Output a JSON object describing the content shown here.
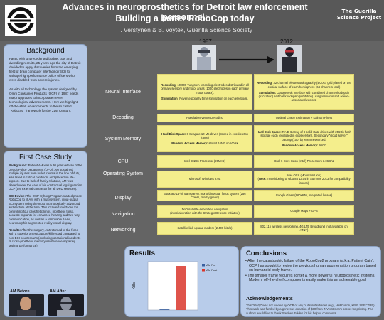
{
  "header": {
    "title_line_1": "Advances in neuroprosthetics for Detroit law enforcement personnel:",
    "title_line_2": "Building a better RoboCop today",
    "authors": "T. Verstynen & B. Voytek, Guerilla Science Society",
    "right_logo_line_1": "The Guerilla",
    "right_logo_line_2": "Science Project"
  },
  "background": {
    "heading": "Background",
    "paragraphs": [
      "Faced with unprecedented budget cuts and dwindling recruits, 25 years ago the city of Detroit decided to apply discoveries from the emerging field of brain computer interfacing (BCI) to salvage high performance police officers who were disabled from severe injuries.",
      "As with all technology, the system designed by Omni Consumer Products (OCP) in 1987 needs major upgrades to incorporate newer technological advancements.  Here we highlight off-the-shelf advancements to the so called \"Robocop\" framework for the 21st Century."
    ]
  },
  "first_case": {
    "heading": "First Case Study",
    "p1_lead": "Background:",
    "p1": " Patient AM was a 30 year veteran of the Detroit Police Department (DPD).  AM sustained multiple injuries from bullet trauma in the line of duty, was listed in critical condition, and placed on life-support. Due to lack of family relations, AM was placed under the care of his contractual legal guardian OCP (the external contractor for all DPD services).",
    "p2_lead": "BCI Device:",
    "p2": " The OCP Cyborg Program started project RoboCop to fit AM with a multi-system, input-output BCI system using the most technologically advanced architecture at the time. This included interfaces for controlling four prosthetic limbs, prosthetic torso, acoustic implants for enhanced hearing and two-way communication, as well as a removable 16-bit, neuromorphic augmented reality visual display.",
    "p3_lead": "Results:",
    "p3": " After the surgery, AM returned to the force with a superior arrest/capture/kill record compared to non-BCI counterparts (excluding occasional incidents of cross-prosthetic memory interference impairing optimal performance).",
    "photo_before_label": "AM Before",
    "photo_after_label": "AM After"
  },
  "comparison": {
    "year_old": "1987",
    "year_new": "2012",
    "rows": [
      {
        "label": "Neural Interface",
        "old_lead": "Recording:",
        "old_text": " 10,000 Tungsten recording electrodes distributed in all primary sensory and motor areas (1000 electrodes in each primary motor cortex).",
        "old_lead2": "Stimulation:",
        "old_text2": " Reverse polarity 5mV stimulation on each electrode.",
        "new_lead": "Recording:",
        "new_text": " 32 channel electrocorticography (ECoG) grid placed on the cortical surface of each hemisphere (64 channels total)",
        "new_lead2": "Stimulation:",
        "new_text2": " Optogenetic interface with combined channelrhodopsin (excitation) and halorhodopsin (inhibition) using lentivirus and adeno-associated vectors."
      },
      {
        "label": "Decoding",
        "old_text": "Population Vector Decoding",
        "new_text": "Optimal Linear Estimation + Kalman Filters"
      },
      {
        "label": "System Memory",
        "old_lead": "Hard Disk Space:",
        "old_text": " 8 Seagate 10 Mb drives (stored in exoskeleton frame)",
        "old_lead2": "Random Access Memory:",
        "old_text2": " stored 16Mb on VDisk",
        "new_lead": "Hard Disk Space:",
        "new_text": " RAID 6 array of 8 solid state drives with 256Gb flash storage each (enclosed in exoskeleton). Secondary \"cloud server\" backup (100Tb) when networked.",
        "new_lead2": "Random Access Memory:",
        "new_text2": " 96Gb"
      },
      {
        "label": "CPU",
        "old_text": "Intel 80286 Processor (20MHz)",
        "new_text": "Dual 6-Core Xeon (Intel) Processors 3.06Ghz"
      },
      {
        "label": "Operating System",
        "old_text": "Microsoft Windows 2.0a",
        "new_text": "Mac OSX (Mountain Lion)",
        "new_lead2": "Note:",
        "new_text2": " Transitioning to Ubuntu 13.04 in Summer 2013 for compatibility issues)"
      },
      {
        "label": "Display",
        "old_text": "640x480 16-bit transparent mono-binocular focus system (256 Colors, mostly green)",
        "new_text": "Google Glass (960x640, integrated lenses)"
      },
      {
        "label": "Navigation",
        "old_text": "DoD satellite-networked navigation",
        "old_text2": "(in collaboration with the Strategic Defense Initiative)",
        "new_text": "Google Maps + GPS"
      },
      {
        "label": "Networking",
        "old_text": "Satellite link-up and modem (2,400 bits/s)",
        "new_text": "802.11n wireless networking, 4G LTE Broadband (not available on AT&T)"
      }
    ]
  },
  "results": {
    "heading": "Results"
  },
  "chart_data": {
    "type": "bar",
    "categories": [
      "AM Pre",
      "AM Post"
    ],
    "values": [
      2,
      100
    ],
    "ylabel": "Kills",
    "ylim": [
      0,
      100
    ],
    "legend": "right",
    "series_colors": [
      "#3a5f9e",
      "#d9362b"
    ]
  },
  "conclusions": {
    "heading": "Conclusions",
    "items": [
      "After the catastrophic failure of the RoboCop2 program (a.k.a. Patient Cain), OCP has sought to revive the previous human augmentation program based on humanoid body frame.",
      "The smaller frame requires lighter & more powerful neuroprosthetic systems. Modern, off-the-shelf components easily make this an achievable goal."
    ],
    "ack_heading": "Acknowledgements",
    "ack_text": "This \"study\" was not funded by OCP or any of it's subsidiaries (e.g., Halliburton, KBR, SPECTRE). This work was funded by a generous donation of $80 from T. Verstynen's pocket for printing. The authors would like to thank Stephen Foldes for his helpful comments."
  },
  "colors": {
    "card_blue": "#b4c8e6",
    "cell_yellow": "#f4ee8c",
    "poster_gray": "#646464"
  }
}
